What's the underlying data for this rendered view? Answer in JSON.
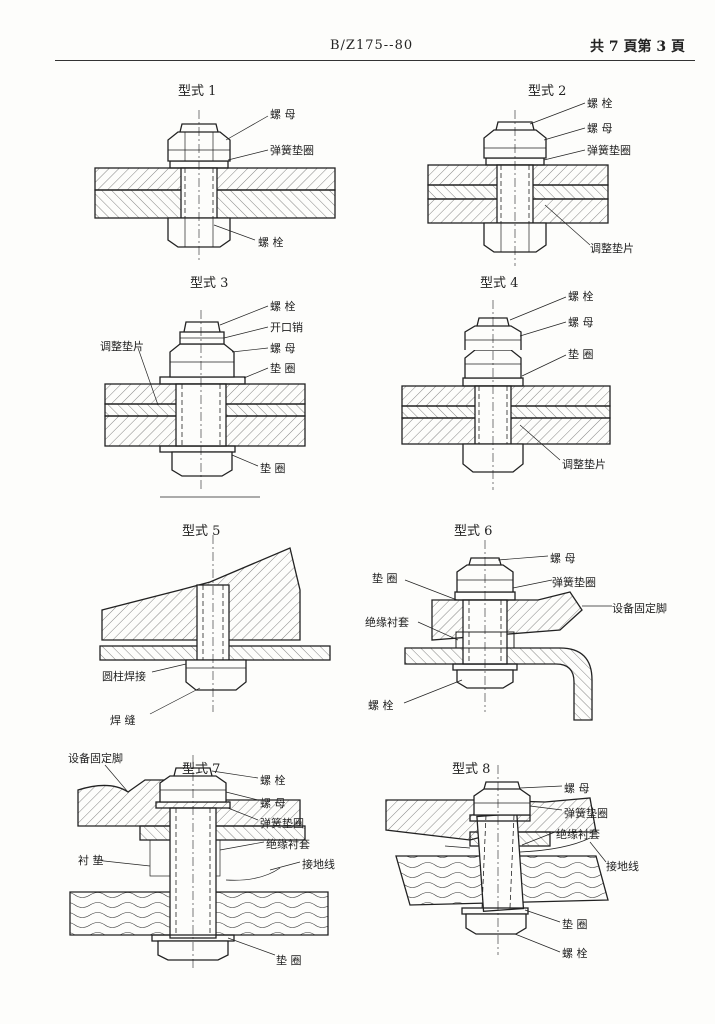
{
  "header": {
    "doc_code": "B/Z175--80",
    "page_info": "共 7 頁第 3 頁"
  },
  "figures": {
    "f1": {
      "title": "型式 1",
      "labels": [
        "螺 母",
        "弹簧垫圈",
        "螺 栓"
      ]
    },
    "f2": {
      "title": "型式 2",
      "labels": [
        "螺 栓",
        "螺 母",
        "弹簧垫圈",
        "调整垫片"
      ]
    },
    "f3": {
      "title": "型式 3",
      "labels": [
        "螺 栓",
        "开口销",
        "螺 母",
        "垫 圈",
        "调整垫片",
        "垫 圈"
      ]
    },
    "f4": {
      "title": "型式 4",
      "labels": [
        "螺 栓",
        "螺 母",
        "垫 圈",
        "调整垫片"
      ]
    },
    "f5": {
      "title": "型式 5",
      "labels": [
        "圆柱焊接",
        "焊 缝"
      ]
    },
    "f6": {
      "title": "型式 6",
      "labels": [
        "垫 圈",
        "螺 母",
        "弹簧垫圈",
        "绝缘衬套",
        "设备固定脚",
        "螺 栓"
      ]
    },
    "f7": {
      "title": "型式 7",
      "labels": [
        "设备固定脚",
        "螺 栓",
        "螺 母",
        "弹簧垫圈",
        "绝缘衬套",
        "衬 垫",
        "接地线",
        "垫 圈"
      ]
    },
    "f8": {
      "title": "型式 8",
      "labels": [
        "螺 母",
        "弹簧垫圈",
        "绝缘衬套",
        "接地线",
        "垫 圈",
        "螺 栓"
      ]
    }
  }
}
